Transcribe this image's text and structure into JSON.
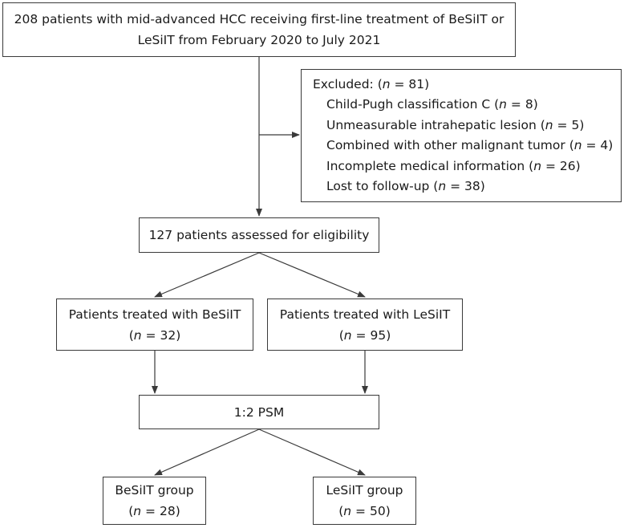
{
  "diagram": {
    "start": {
      "line1": "208 patients with mid-advanced HCC receiving first-line treatment of BeSiIT or",
      "line2": "LeSiIT from February 2020 to July 2021"
    },
    "excluded": {
      "head_label": "Excluded: (",
      "head_n": "n",
      "head_value": " = 81)",
      "items": [
        {
          "label": "Child-Pugh classification C (",
          "n": "n",
          "value": " = 8)"
        },
        {
          "label": "Unmeasurable intrahepatic lesion (",
          "n": "n",
          "value": " = 5)"
        },
        {
          "label": "Combined with other malignant tumor (",
          "n": "n",
          "value": " = 4)"
        },
        {
          "label": "Incomplete medical information (",
          "n": "n",
          "value": " = 26)"
        },
        {
          "label": "Lost to follow-up (",
          "n": "n",
          "value": " = 38)"
        }
      ]
    },
    "eligibility": {
      "label": "127 patients assessed for eligibility"
    },
    "treated_besiit": {
      "label": "Patients treated with BeSiIT",
      "n_open": "(",
      "n": "n",
      "n_value": " = 32)"
    },
    "treated_lesiit": {
      "label": "Patients treated with LeSiIT",
      "n_open": "(",
      "n": "n",
      "n_value": " = 95)"
    },
    "psm": {
      "label": "1:2 PSM"
    },
    "group_besiit": {
      "label": "BeSiIT group",
      "n_open": "(",
      "n": "n",
      "n_value": " = 28)"
    },
    "group_lesiit": {
      "label": "LeSiIT group",
      "n_open": "(",
      "n": "n",
      "n_value": " = 50)"
    }
  }
}
